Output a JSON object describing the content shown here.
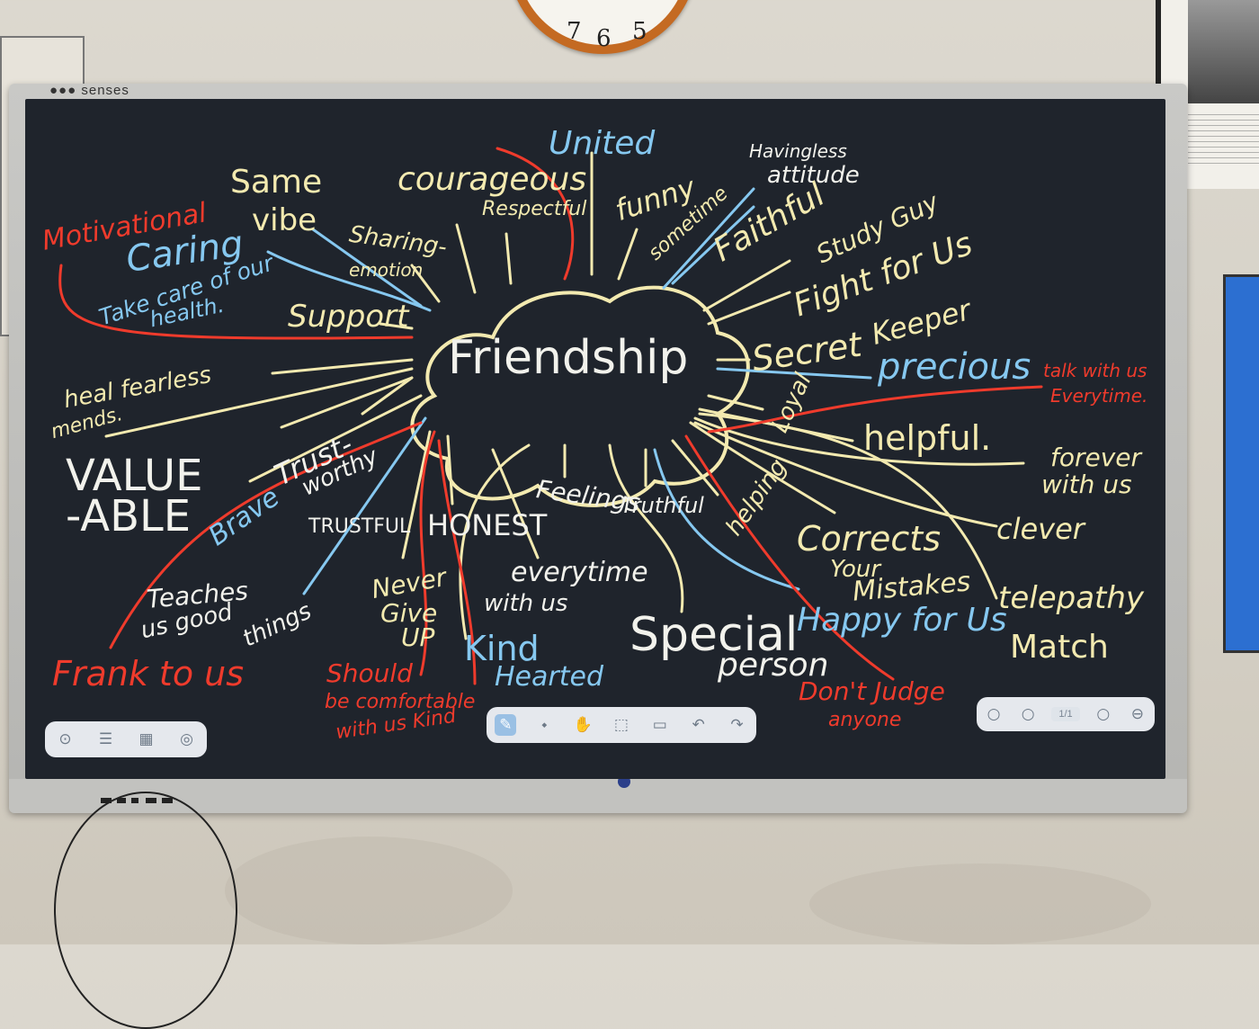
{
  "monitor": {
    "brand": "senses"
  },
  "clock": {
    "numbers": [
      "7",
      "6",
      "5"
    ]
  },
  "board": {
    "center": "Friendship",
    "words": {
      "united": "United",
      "courageous": "courageous",
      "respectful": "Respectful",
      "same": "Same",
      "vibe": "vibe",
      "motivational": "Motivational",
      "caring": "Caring",
      "take_care": "Take care of our",
      "health": "health.",
      "sharing": "Sharing-",
      "emotion": "emotion",
      "support": "Support",
      "funny": "funny",
      "sometime": "sometime",
      "havingless": "Havingless",
      "attitude": "attitude",
      "faithful": "Faithful",
      "study_guy": "Study Guy",
      "fight_for_us": "Fight for Us",
      "secret": "Secret",
      "keeper": "Keeper",
      "precious": "precious",
      "talk_with_us": "talk with us",
      "everytime_red": "Everytime.",
      "loyal": "Loyal",
      "helpful": "helpful.",
      "forever": "forever",
      "with_us": "with us",
      "clever": "clever",
      "telepathy": "telepathy",
      "match": "Match",
      "heal_fearless": "heal fearless",
      "mends": "mends.",
      "value": "VALUE",
      "able": "-ABLE",
      "brave": "Brave",
      "trust": "Trust-",
      "worthy": "worthy",
      "trustful": "TRUSTFUL",
      "honest": "HONEST",
      "feelings": "Feelings",
      "truthful": "Truthful",
      "helping": "helping",
      "corrects": "Corrects",
      "your": "Your",
      "mistakes": "Mistakes",
      "happy_for_us": "Happy for Us",
      "teaches": "Teaches",
      "us_good": "us good",
      "things": "things",
      "frank": "Frank to us",
      "never": "Never",
      "give": "Give",
      "up": "UP",
      "everytime": "everytime",
      "with_us_2": "with us",
      "kind": "Kind",
      "hearted": "Hearted",
      "special": "Special",
      "person": "person",
      "should": "Should",
      "be_comfortable": "be comfortable",
      "with_us_kind": "with us  Kind",
      "dont_judge": "Don't Judge",
      "anyone": "anyone"
    }
  },
  "toolbar_right": {
    "page": "1/1"
  },
  "colors": {
    "board": "#1f242c",
    "yellow_ink": "#f3eab0",
    "blue_ink": "#86c8f0",
    "red_ink": "#ef3b2c",
    "white_ink": "#f2f2ec",
    "bezel": "#c2c2bf",
    "clock_rim": "#c46a22"
  },
  "icons": {
    "left_toolbar": [
      "pin-icon",
      "list-icon",
      "grid-icon",
      "circle-icon"
    ],
    "center_toolbar": [
      "pen-icon",
      "eraser-icon",
      "hand-icon",
      "select-icon",
      "clipboard-icon",
      "undo-icon",
      "redo-icon"
    ],
    "right_toolbar": [
      "prev-page-icon",
      "add-page-icon",
      "next-page-icon",
      "back-icon"
    ]
  }
}
